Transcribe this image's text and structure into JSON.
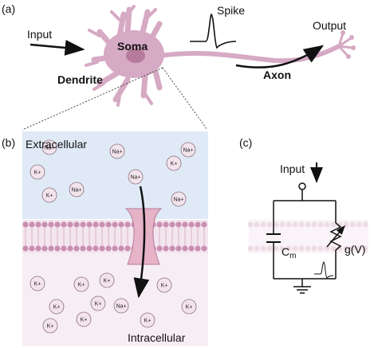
{
  "panel_a": {
    "label": "(a)",
    "input": "Input",
    "soma": "Soma",
    "spike": "Spike",
    "output": "Output",
    "dendrite": "Dendrite",
    "axon": "Axon"
  },
  "panel_b": {
    "label": "(b)",
    "extracellular": "Extracellular",
    "intracellular": "Intracellular",
    "ions_top": [
      "Na+",
      "K+",
      "Na+",
      "K+",
      "Na+",
      "Na+",
      "K+",
      "Na+",
      "Na+"
    ],
    "ions_bottom": [
      "K+",
      "K+",
      "K+",
      "K+",
      "K+",
      "K+",
      "Na+",
      "K+",
      "K+",
      "K+",
      "K+"
    ]
  },
  "panel_c": {
    "label": "(c)",
    "input": "Input",
    "capacitor_main": "C",
    "capacitor_sub": "m",
    "conductance": "g(V)"
  },
  "colors": {
    "neuron": "#d6a9c4",
    "neuron_dark": "#b57a9c",
    "extracellular": "#dfeaf6",
    "intracellular": "#f7eef5",
    "membrane": "#c98fb2",
    "channel": "#e6b3c7",
    "ion_fill": "#f3e4ec"
  }
}
